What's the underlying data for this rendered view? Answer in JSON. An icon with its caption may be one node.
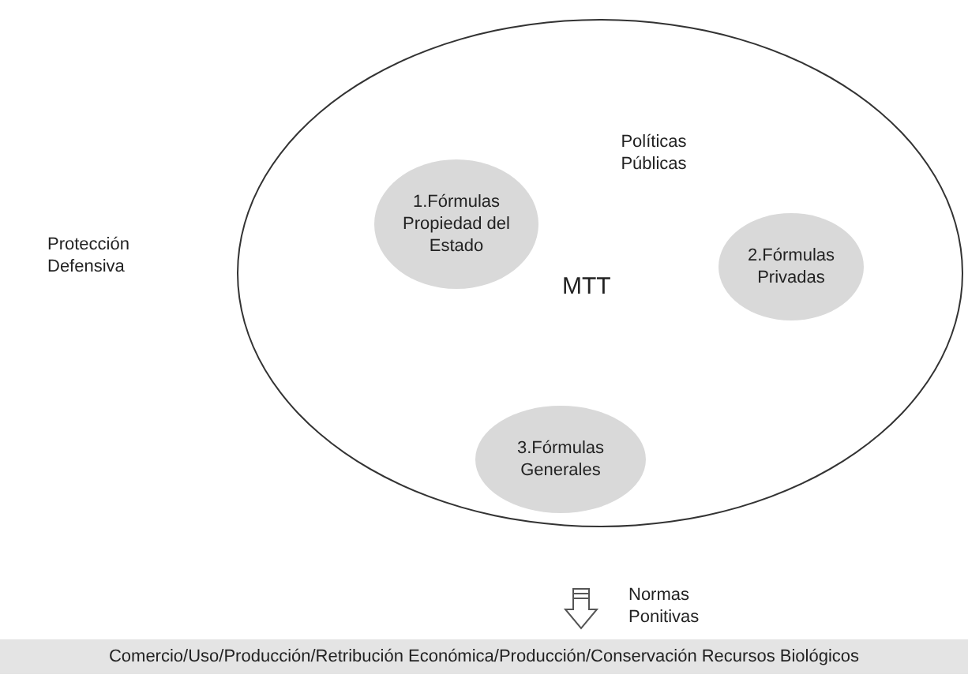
{
  "diagram": {
    "nodes": [
      {
        "text": [
          "Políticas Públicas",
          "MTT"
        ]
      },
      {
        "text": [
          "1.Fórmulas Propiedad del Estado"
        ],
        "in": 0
      },
      {
        "text": [
          "2.Fórmulas Privadas"
        ],
        "in": 0
      },
      {
        "text": [
          "3.Fórmulas Generales"
        ],
        "in": 0
      },
      {
        "text": [
          "Comercio/Uso/Producción/Retribución Económica/Producción/Conservación Recursos Biológicos"
        ]
      }
    ],
    "labels": [
      "Protección Defensiva",
      "Normas Ponitivas"
    ]
  }
}
